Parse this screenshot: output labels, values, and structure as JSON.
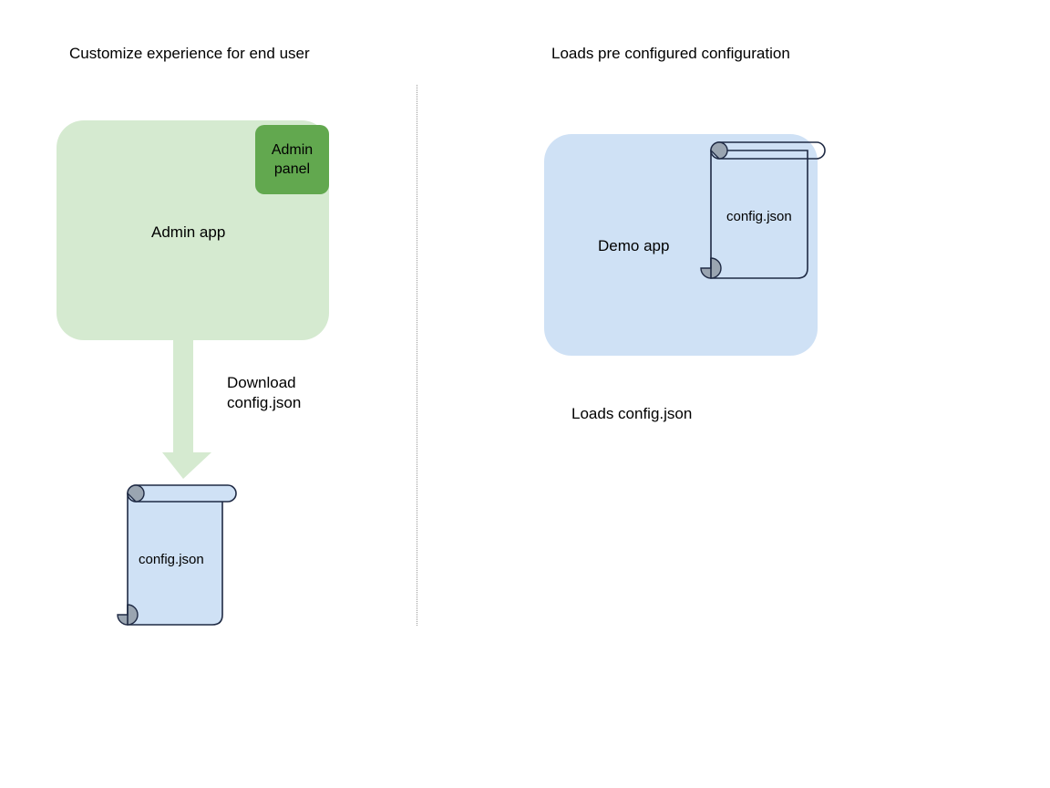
{
  "diagram": {
    "background_color": "#ffffff",
    "columns": [
      {
        "id": "left",
        "title": "Customize experience for end user"
      },
      {
        "id": "right",
        "title": "Loads pre configured configuration"
      }
    ],
    "divider": {
      "style": "dotted-vertical",
      "color": "#999999"
    },
    "left": {
      "app_box": {
        "label": "Admin app",
        "fill": "#d5ead0"
      },
      "panel_chip": {
        "line1": "Admin",
        "line2": "panel",
        "fill": "#62a84f"
      },
      "arrow": {
        "label_line1": "Download",
        "label_line2": "config.json",
        "fill": "#d5ead0",
        "direction": "down"
      },
      "document": {
        "label": "config.json",
        "fill": "#cfe1f5",
        "stroke": "#1f2a44",
        "curl_fill": "#9aa5b1"
      }
    },
    "right": {
      "app_box": {
        "label": "Demo app",
        "fill": "#cfe1f5"
      },
      "document": {
        "label": "config.json",
        "fill": "transparent",
        "stroke": "#1f2a44",
        "curl_fill": "#9aa5b1"
      },
      "caption": "Loads config.json"
    }
  }
}
